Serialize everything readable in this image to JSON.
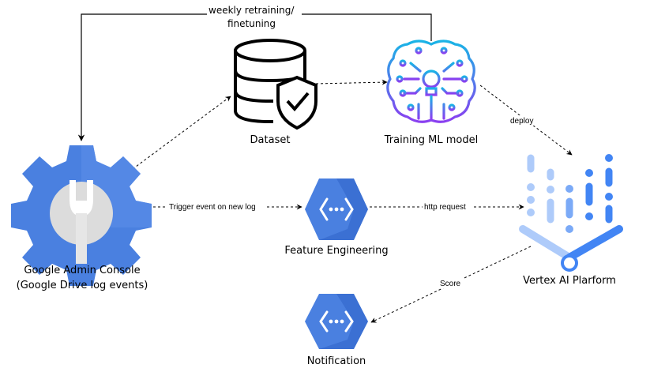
{
  "nodes": {
    "admin_console": {
      "line1": "Google Admin Console",
      "line2": "(Google Drive log events)",
      "icon": "gear-wrench-icon"
    },
    "dataset": {
      "label": "Dataset",
      "icon": "database-shield-icon"
    },
    "training": {
      "label": "Training ML model",
      "icon": "ml-brain-circuit-icon"
    },
    "feature_engineering": {
      "label": "Feature Engineering",
      "icon": "cloud-functions-icon"
    },
    "vertex": {
      "label": "Vertex AI Plarform",
      "icon": "vertex-ai-icon"
    },
    "notification": {
      "label": "Notification",
      "icon": "cloud-functions-icon"
    }
  },
  "edges": {
    "retraining_line1": "weekly retraining/",
    "retraining_line2": "finetuning",
    "trigger": "Trigger event on new log",
    "http": "http request",
    "deploy": "deploy",
    "score": "Score"
  },
  "colors": {
    "google_blue": "#4a7fe0",
    "google_blue_dark": "#2f62c8",
    "vertex_light": "#aecbfa",
    "vertex_mid": "#7baaf7",
    "vertex_dark": "#4285f4",
    "brain_cyan": "#19a8e0",
    "brain_purple": "#8a3ff0"
  }
}
